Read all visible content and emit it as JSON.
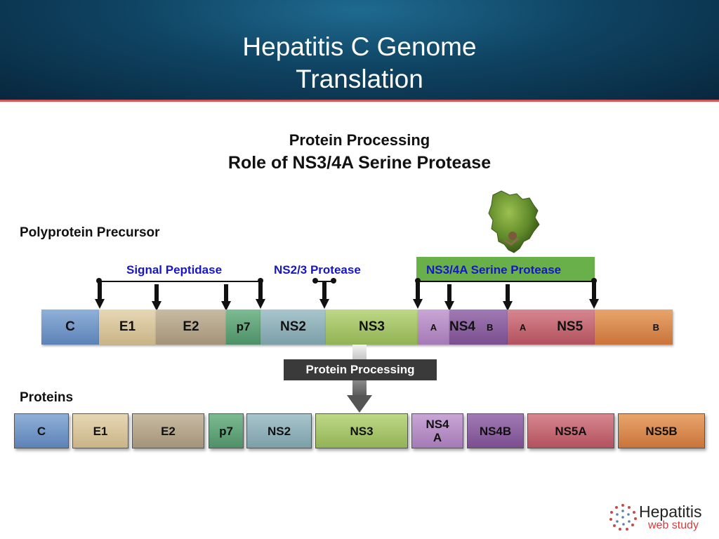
{
  "header": {
    "title_line1": "Hepatitis C Genome",
    "title_line2": "Translation"
  },
  "subtitle": {
    "line1": "Protein Processing",
    "line2": "Role of NS3/4A Serine Protease"
  },
  "labels": {
    "polyprotein": "Polyprotein Precursor",
    "proteins": "Proteins",
    "processing": "Protein Processing"
  },
  "enzymes": {
    "signal_peptidase": "Signal Peptidase",
    "ns2_3_protease": "NS2/3 Protease",
    "ns3_4a_serine_protease": "NS3/4A Serine Protease"
  },
  "polyprotein": {
    "c": "C",
    "e1": "E1",
    "e2": "E2",
    "p7": "p7",
    "ns2": "NS2",
    "ns3": "NS3",
    "ns4_a": "A",
    "ns4": "NS4",
    "ns4_b": "B",
    "ns5_a": "A",
    "ns5": "NS5",
    "ns5_b": "B"
  },
  "proteins": {
    "c": "C",
    "e1": "E1",
    "e2": "E2",
    "p7": "p7",
    "ns2": "NS2",
    "ns3": "NS3",
    "ns4a_line1": "NS4",
    "ns4a_line2": "A",
    "ns4b": "NS4B",
    "ns5a": "NS5A",
    "ns5b": "NS5B"
  },
  "logo": {
    "line1": "Hepatitis",
    "line2": "web study"
  },
  "colors": {
    "c": "#6f95c6",
    "e1": "#d7c49a",
    "e2": "#b5a68c",
    "p7": "#5fa37a",
    "ns2": "#8fb1ba",
    "ns3": "#a6c46a",
    "ns4a": "#b48cc2",
    "ns4b": "#8e5ea0",
    "ns5a": "#c36672",
    "ns5b": "#d8894b",
    "enzyme_text": "#1616c8",
    "serine_bg": "#6ab04a",
    "header_line": "#d95555"
  }
}
